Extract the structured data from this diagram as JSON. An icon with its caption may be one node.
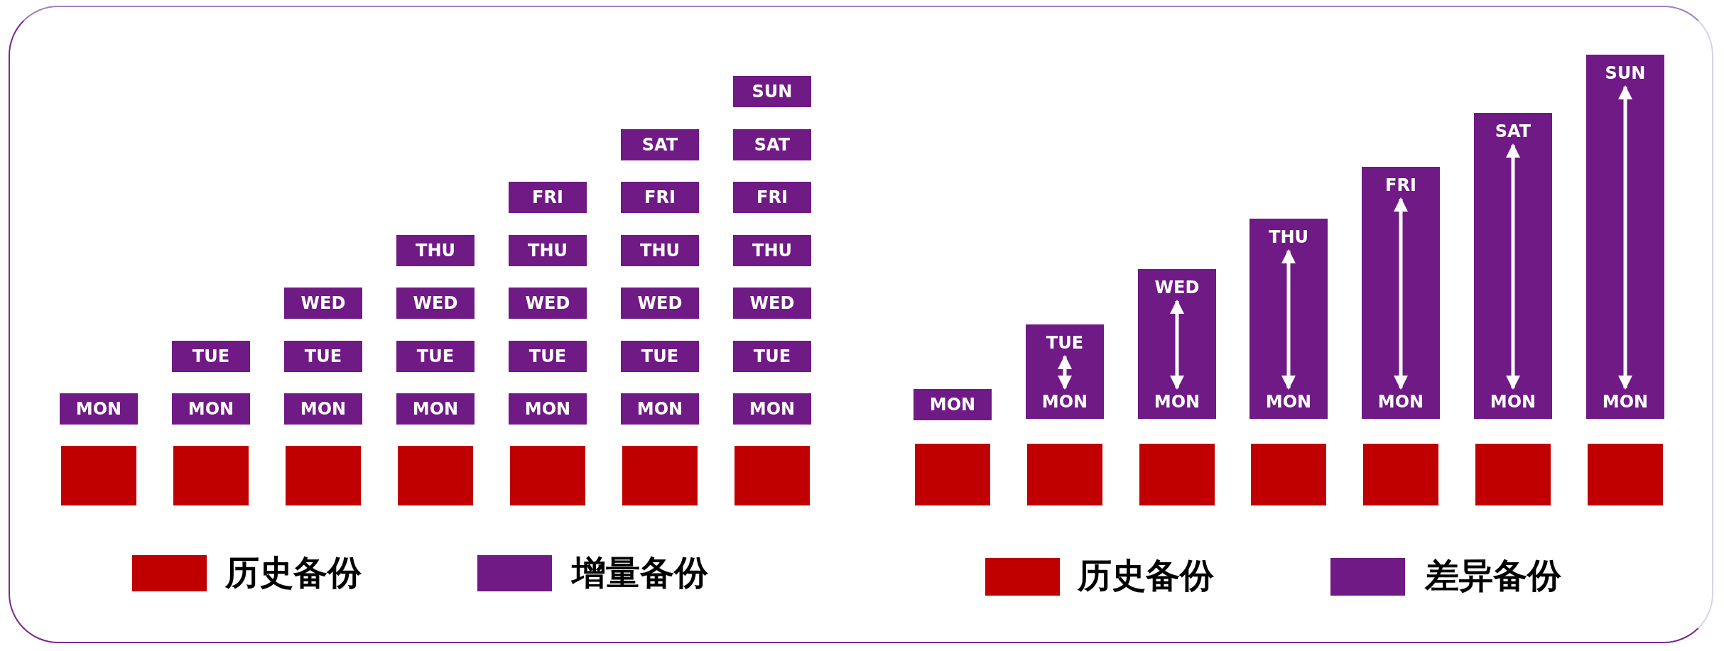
{
  "diagram": {
    "nodes": [
      {
        "text": [
          "MON"
        ]
      },
      {
        "text": [],
        "shape": "box"
      },
      {
        "text": [
          "TUE"
        ]
      },
      {
        "text": [
          "MON"
        ]
      },
      {
        "text": [],
        "shape": "box"
      },
      {
        "text": [
          "WED"
        ]
      },
      {
        "text": [
          "TUE"
        ]
      },
      {
        "text": [
          "MON"
        ]
      },
      {
        "text": [],
        "shape": "box"
      },
      {
        "text": [
          "THU"
        ]
      },
      {
        "text": [
          "WED"
        ]
      },
      {
        "text": [
          "TUE"
        ]
      },
      {
        "text": [
          "MON"
        ]
      },
      {
        "text": [],
        "shape": "box"
      },
      {
        "text": [
          "FRI"
        ]
      },
      {
        "text": [
          "THU"
        ]
      },
      {
        "text": [
          "WED"
        ]
      },
      {
        "text": [
          "TUE"
        ]
      },
      {
        "text": [
          "MON"
        ]
      },
      {
        "text": [],
        "shape": "box"
      },
      {
        "text": [
          "SAT"
        ]
      },
      {
        "text": [
          "FRI"
        ]
      },
      {
        "text": [
          "THU"
        ]
      },
      {
        "text": [
          "WED"
        ]
      },
      {
        "text": [
          "TUE"
        ]
      },
      {
        "text": [
          "MON"
        ]
      },
      {
        "text": [],
        "shape": "box"
      },
      {
        "text": [
          "SUN"
        ]
      },
      {
        "text": [
          "SAT"
        ]
      },
      {
        "text": [
          "FRI"
        ]
      },
      {
        "text": [
          "THU"
        ]
      },
      {
        "text": [
          "WED"
        ]
      },
      {
        "text": [
          "TUE"
        ]
      },
      {
        "text": [
          "MON"
        ]
      },
      {
        "text": [],
        "shape": "box"
      },
      {
        "text": [
          "MON"
        ]
      },
      {
        "text": [],
        "shape": "box"
      },
      {
        "text": [],
        "shape": "bar"
      },
      {
        "text": [
          "TUE"
        ],
        "in": 37
      },
      {
        "text": [
          "MON"
        ],
        "in": 37
      },
      {
        "text": [],
        "shape": "box"
      },
      {
        "text": [],
        "shape": "bar"
      },
      {
        "text": [
          "WED"
        ],
        "in": 41
      },
      {
        "text": [
          "MON"
        ],
        "in": 41
      },
      {
        "text": [],
        "shape": "box"
      },
      {
        "text": [],
        "shape": "bar"
      },
      {
        "text": [
          "THU"
        ],
        "in": 45
      },
      {
        "text": [
          "MON"
        ],
        "in": 45
      },
      {
        "text": [],
        "shape": "box"
      },
      {
        "text": [],
        "shape": "bar"
      },
      {
        "text": [
          "FRI"
        ],
        "in": 49
      },
      {
        "text": [
          "MON"
        ],
        "in": 49
      },
      {
        "text": [],
        "shape": "box"
      },
      {
        "text": [],
        "shape": "bar"
      },
      {
        "text": [
          "SAT"
        ],
        "in": 53
      },
      {
        "text": [
          "MON"
        ],
        "in": 53
      },
      {
        "text": [],
        "shape": "box"
      },
      {
        "text": [],
        "shape": "bar"
      },
      {
        "text": [
          "SUN"
        ],
        "in": 57
      },
      {
        "text": [
          "MON"
        ],
        "in": 57
      },
      {
        "text": [],
        "shape": "box"
      }
    ],
    "edges": [
      {
        "from": 38,
        "to": 39,
        "arrow": "both"
      },
      {
        "from": 42,
        "to": 43,
        "arrow": "both"
      },
      {
        "from": 46,
        "to": 47,
        "arrow": "both"
      },
      {
        "from": 50,
        "to": 51,
        "arrow": "both"
      },
      {
        "from": 54,
        "to": 55,
        "arrow": "both"
      },
      {
        "from": 58,
        "to": 59,
        "arrow": "both"
      }
    ],
    "legend": [
      {
        "text": "历史备份",
        "color": "#c00000"
      },
      {
        "text": "增量备份",
        "color": "#6f1a85"
      },
      {
        "text": "历史备份",
        "color": "#c00000"
      },
      {
        "text": "差异备份",
        "color": "#6f1a85"
      }
    ]
  }
}
